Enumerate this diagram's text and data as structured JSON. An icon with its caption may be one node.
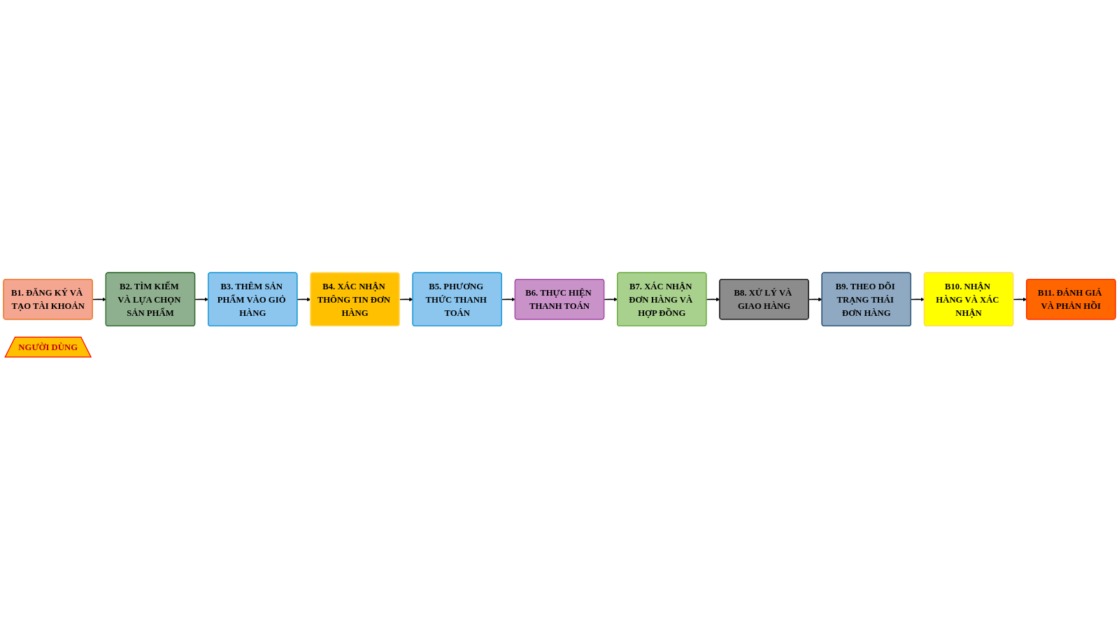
{
  "diagram": {
    "nodes": [
      {
        "text": [
          "B1. ĐĂNG KÝ VÀ TẠO TÀI KHOẢN"
        ]
      },
      {
        "text": [
          "B2. TÌM KIẾM VÀ LỰA CHỌN SẢN PHẨM"
        ]
      },
      {
        "text": [
          "B3. THÊM SẢN PHẨM VÀO GIỎ HÀNG"
        ]
      },
      {
        "text": [
          "B4. XÁC NHẬN THÔNG TIN ĐƠN HÀNG"
        ]
      },
      {
        "text": [
          "B5. PHƯƠNG THỨC THANH TOÁN"
        ]
      },
      {
        "text": [
          "B6. THỰC HIỆN THANH TOÁN"
        ]
      },
      {
        "text": [
          "B7. XÁC NHẬN ĐƠN HÀNG VÀ HỢP ĐỒNG"
        ]
      },
      {
        "text": [
          "B8. XỬ LÝ VÀ GIAO HÀNG"
        ]
      },
      {
        "text": [
          "B9. THEO DÕI TRẠNG THÁI ĐƠN HÀNG"
        ]
      },
      {
        "text": [
          "B10. NHẬN HÀNG VÀ XÁC NHẬN"
        ]
      },
      {
        "text": [
          "B11. ĐÁNH GIÁ VÀ PHẢN HỒI"
        ]
      },
      {
        "text": [
          "NGƯỜI DÙNG"
        ]
      }
    ],
    "edges": [
      {
        "from": 0,
        "to": 1,
        "arrow": "to"
      },
      {
        "from": 1,
        "to": 2,
        "arrow": "to"
      },
      {
        "from": 2,
        "to": 3,
        "arrow": "to"
      },
      {
        "from": 3,
        "to": 4,
        "arrow": "to"
      },
      {
        "from": 4,
        "to": 5,
        "arrow": "to"
      },
      {
        "from": 5,
        "to": 6,
        "arrow": "to"
      },
      {
        "from": 6,
        "to": 7,
        "arrow": "to"
      },
      {
        "from": 7,
        "to": 8,
        "arrow": "to"
      },
      {
        "from": 8,
        "to": 9,
        "arrow": "to"
      },
      {
        "from": 9,
        "to": 10,
        "arrow": "to"
      }
    ]
  }
}
